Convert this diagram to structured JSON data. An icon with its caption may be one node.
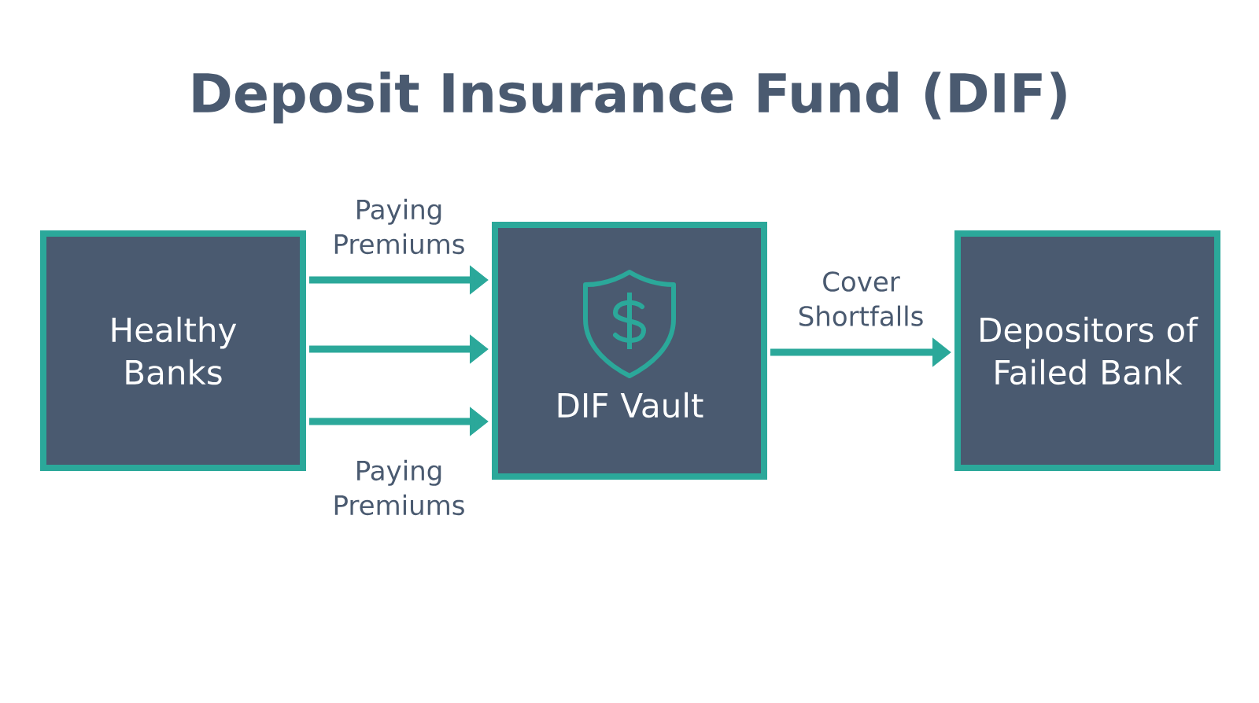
{
  "diagram": {
    "title": "Deposit Insurance Fund (DIF)",
    "nodes": [
      {
        "text": [
          "Healthy Banks"
        ]
      },
      {
        "text": [
          "DIF Vault"
        ]
      },
      {
        "text": [
          "Depositors of Failed Bank"
        ]
      }
    ],
    "edges": [
      {
        "from": 0,
        "to": 1,
        "arrow": "to",
        "label": "Paying Premiums"
      },
      {
        "from": 0,
        "to": 1,
        "arrow": "to"
      },
      {
        "from": 0,
        "to": 1,
        "arrow": "to",
        "label": "Paying Premiums"
      },
      {
        "from": 1,
        "to": 2,
        "arrow": "to",
        "label": "Cover Shortfalls"
      }
    ]
  }
}
